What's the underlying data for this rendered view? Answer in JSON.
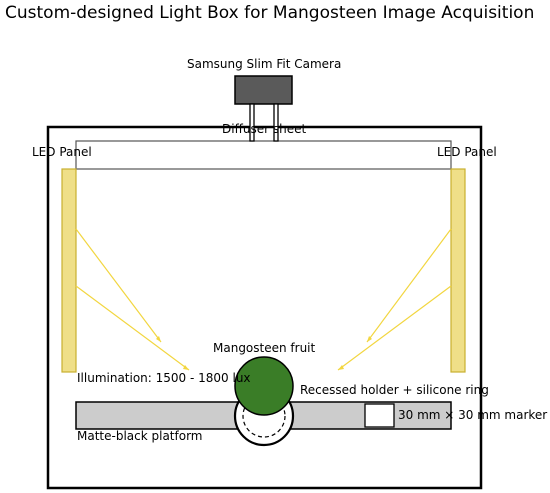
{
  "title": "Custom-designed Light Box for Mangosteen Image Acquisition",
  "labels": {
    "camera": "Samsung Slim Fit Camera",
    "diffuser": "Diffuser sheet",
    "led_left": "LED Panel",
    "led_right": "LED Panel",
    "fruit": "Mangosteen fruit",
    "illumination": "Illumination:  1500 - 1800  lux",
    "holder": "Recessed holder + silicone ring",
    "marker": "30 mm × 30 mm marker",
    "platform": "Matte-black platform"
  },
  "colors": {
    "camera_body": "#5a5a5a",
    "led_panel": "#efdf88",
    "led_border": "#c9b030",
    "light_ray": "#f2d640",
    "fruit": "#3a7d27",
    "platform": "#cccccc",
    "outline": "#000000"
  }
}
